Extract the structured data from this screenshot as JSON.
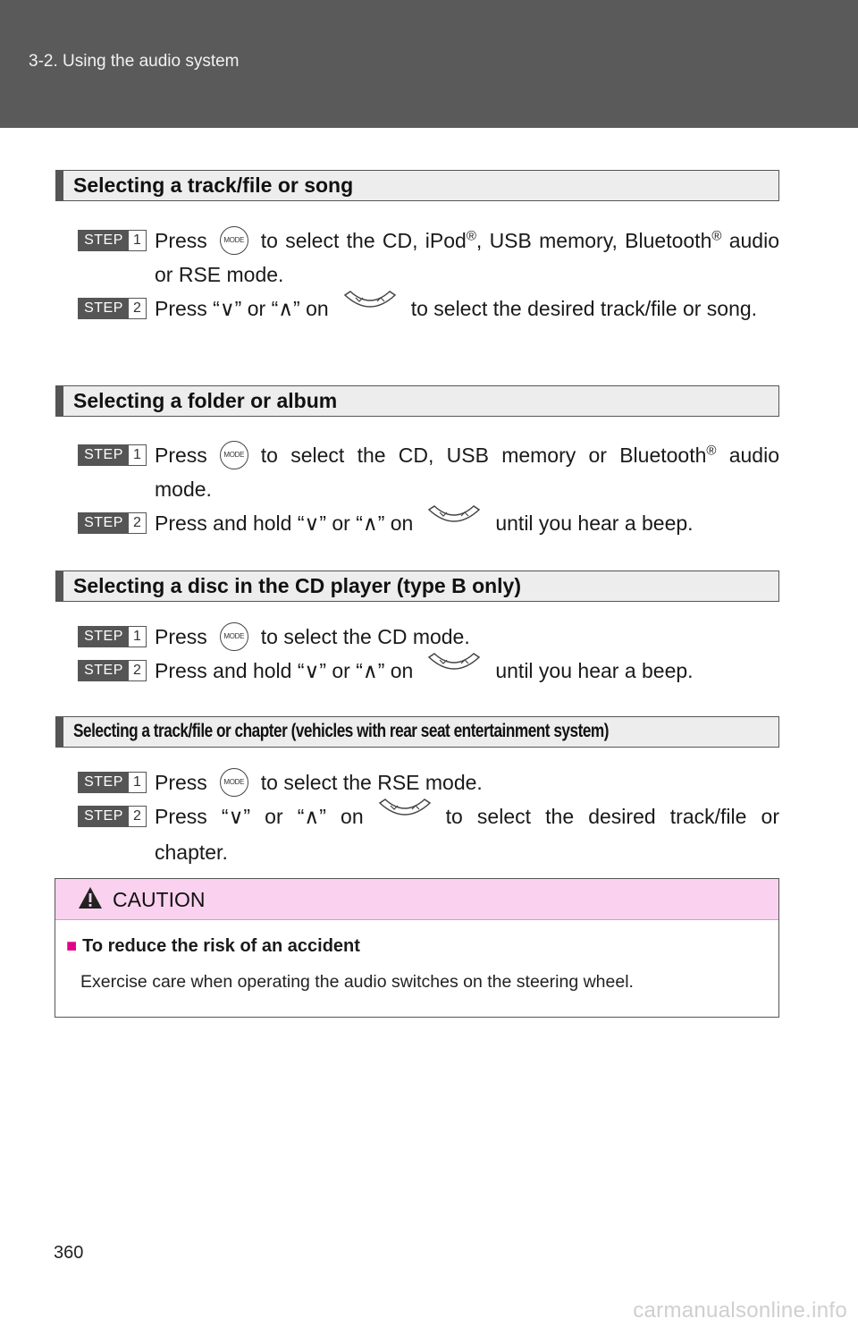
{
  "header": {
    "section_title": "3-2. Using the audio system"
  },
  "step_word": "STEP",
  "icons": {
    "mode_label": "MODE",
    "rocker": "seek-rocker-icon"
  },
  "sections": [
    {
      "title": "Selecting a track/file or song",
      "steps": [
        {
          "num": "1",
          "pre": "Press",
          "text": "to select the CD, iPod",
          "reg1": "®",
          "mid": ", USB memory,  Bluetooth",
          "reg2": "®",
          "tail": " audio or RSE mode."
        },
        {
          "num": "2",
          "pre": "Press “∨” or “∧” on",
          "text": "to select the desired track/file or song."
        }
      ]
    },
    {
      "title": "Selecting a folder or album",
      "steps": [
        {
          "num": "1",
          "pre": "Press",
          "text": "to select the CD, USB memory or Bluetooth",
          "reg1": "®",
          "tail": " audio mode."
        },
        {
          "num": "2",
          "pre": "Press and hold “∨” or “∧” on",
          "text": "until you hear a beep."
        }
      ]
    },
    {
      "title": "Selecting a disc in the CD player (type B only)",
      "steps": [
        {
          "num": "1",
          "pre": "Press",
          "text": "to select the CD mode."
        },
        {
          "num": "2",
          "pre": "Press and hold “∨” or “∧” on",
          "text": "until you hear a beep."
        }
      ]
    },
    {
      "title": "Selecting a track/file or chapter (vehicles with rear seat entertainment system)",
      "steps": [
        {
          "num": "1",
          "pre": "Press",
          "text": "to select the RSE mode."
        },
        {
          "num": "2",
          "pre": "Press “∨” or “∧” on",
          "text": "to select the desired track/file or chapter."
        }
      ]
    }
  ],
  "caution": {
    "title": "CAUTION",
    "subtitle": "To reduce the risk of an accident",
    "body": "Exercise care when operating the audio switches on the steering wheel."
  },
  "page_number": "360",
  "watermark": "carmanualsonline.info",
  "colors": {
    "header_bg": "#5a5a5a",
    "caution_bg": "#fad2ef",
    "bullet": "#e0008a"
  }
}
